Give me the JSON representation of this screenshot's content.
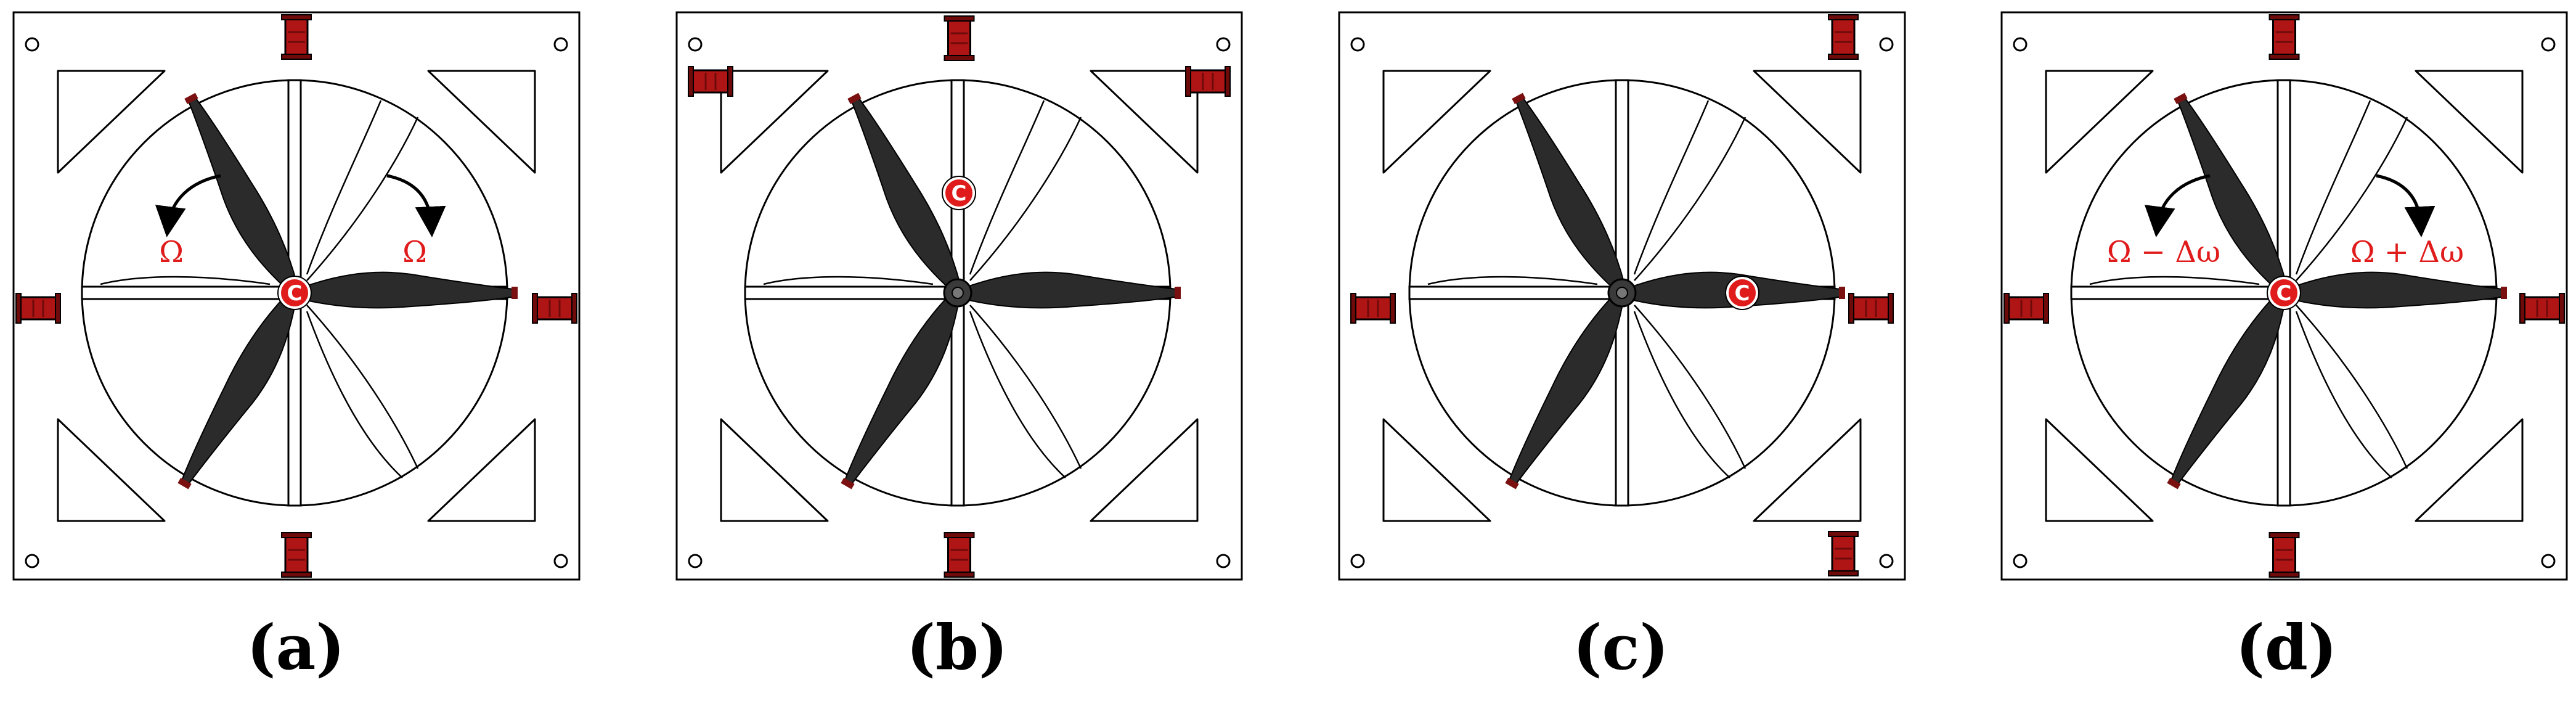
{
  "colors": {
    "frame": "#000000",
    "blade": "#2b2b2b",
    "servo": "#b01515",
    "servo_dark": "#6e0a0a",
    "cg_marker": "#e01b1b",
    "omega_text": "#e01b1b"
  },
  "icons": {
    "cg_marker": "center-of-gravity-marker-icon",
    "servo": "servo-motor-icon",
    "propeller": "three-blade-propeller-icon",
    "rotation_arrow": "curved-rotation-arrow-icon"
  },
  "panels": [
    {
      "caption": "(a)",
      "cg_label": "C",
      "rotation_labels": [
        "Ω",
        "Ω"
      ]
    },
    {
      "caption": "(b)",
      "cg_label": "C",
      "rotation_labels": []
    },
    {
      "caption": "(c)",
      "cg_label": "C",
      "rotation_labels": []
    },
    {
      "caption": "(d)",
      "cg_label": "C",
      "rotation_labels": [
        "Ω − Δω",
        "Ω + Δω"
      ]
    }
  ]
}
